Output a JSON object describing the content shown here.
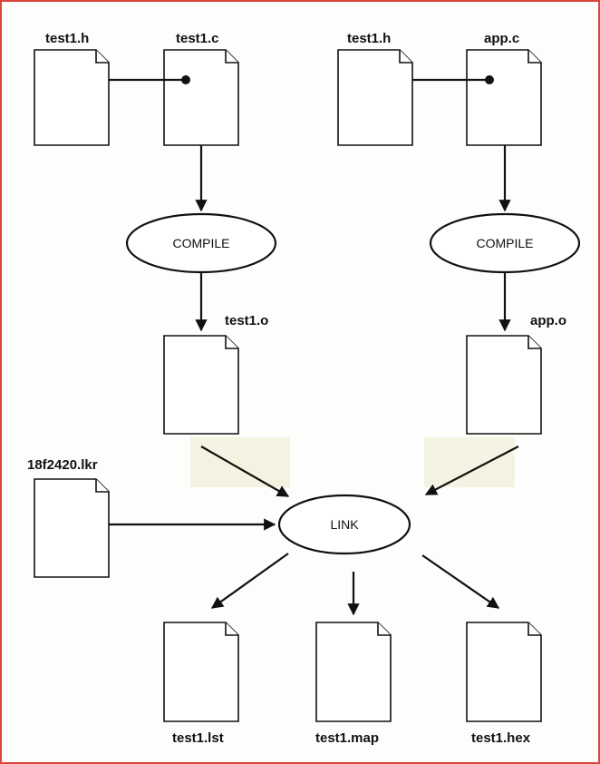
{
  "files": {
    "test1_h_left": "test1.h",
    "test1_c": "test1.c",
    "test1_h_right": "test1.h",
    "app_c": "app.c",
    "test1_o": "test1.o",
    "app_o": "app.o",
    "linker_script": "18f2420.lkr",
    "test1_lst": "test1.lst",
    "test1_map": "test1.map",
    "test1_hex": "test1.hex"
  },
  "processes": {
    "compile_left": "COMPILE",
    "compile_right": "COMPILE",
    "link": "LINK"
  },
  "colors": {
    "border": "#d9453a",
    "stroke": "#111111"
  }
}
